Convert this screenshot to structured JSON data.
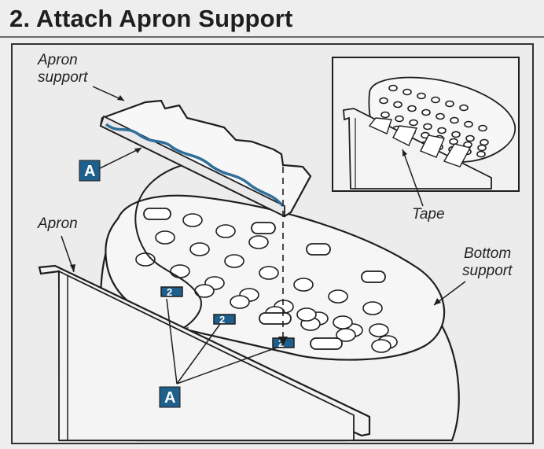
{
  "title": "2. Attach Apron Support",
  "labels": {
    "apron_support_line1": "Apron",
    "apron_support_line2": "support",
    "apron": "Apron",
    "tape": "Tape",
    "bottom_support_line1": "Bottom",
    "bottom_support_line2": "support"
  },
  "callouts": {
    "adhesive_letter": "A",
    "tabs_letter": "A"
  },
  "slot_marker_digit": "2",
  "colors": {
    "callout_fill": "#1f5f8b",
    "adhesive_stripe": "#2f6f9a",
    "line": "#1e1e1e",
    "paper": "#eeeeee"
  }
}
